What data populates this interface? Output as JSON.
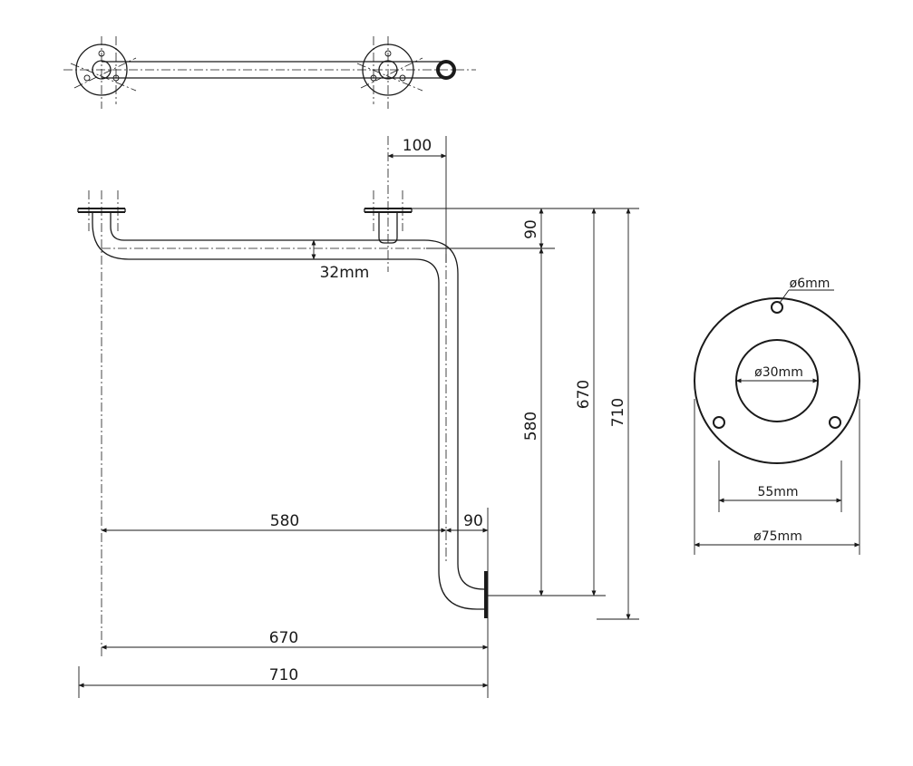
{
  "labels": {
    "dim_100": "100",
    "dim_90_top": "90",
    "dim_32mm": "32mm",
    "dim_580_vertical": "580",
    "dim_670_vertical": "670",
    "dim_710_vertical": "710",
    "dim_580_horizontal": "580",
    "dim_90_horizontal": "90",
    "dim_670_horizontal": "670",
    "dim_710_horizontal": "710",
    "flange_hole": "ø6mm",
    "flange_bore": "ø30mm",
    "flange_bolt_spacing": "55mm",
    "flange_outer": "ø75mm"
  },
  "colors": {
    "line": "#1a1a1a",
    "background": "#ffffff"
  }
}
